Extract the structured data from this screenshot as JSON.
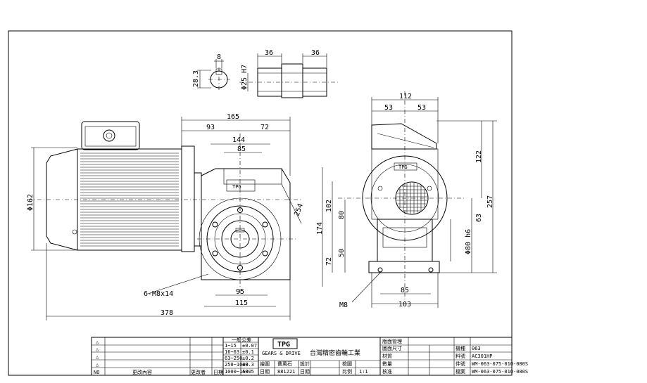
{
  "dims": {
    "d165": "165",
    "d93": "93",
    "d72a": "72",
    "d144": "144",
    "d85a": "85",
    "d95": "95",
    "d115": "115",
    "d378": "378",
    "d162": "Φ162",
    "d254": "254",
    "d174": "174",
    "d102": "102",
    "d72b": "72",
    "d112": "112",
    "d53a": "53",
    "d53b": "53",
    "d122": "122",
    "d257": "257",
    "d63": "63",
    "d80": "80",
    "d50": "50",
    "d80h6": "Φ80 h6",
    "d85b": "85",
    "d103": "103",
    "d8": "8",
    "d283": "28.3",
    "d25h7": "Φ25 H7",
    "d36a": "36",
    "d36b": "36"
  },
  "callouts": {
    "bolt_holes": "6-M8x14",
    "foot_bolt": "M8"
  },
  "nameplate": {
    "left": "TPG",
    "right": "TPG"
  },
  "titleblock": {
    "rev_marks": [
      "△",
      "△",
      "△",
      "△"
    ],
    "rev_col_no": "NO",
    "rev_col_content": "更改內容",
    "rev_col_by": "更改者",
    "rev_col_date": "日期",
    "tol_title": "一般公差",
    "tol_rows": [
      {
        "range": "1~15",
        "tol": "±0.07"
      },
      {
        "range": "16~63",
        "tol": "±0.1"
      },
      {
        "range": "63~250",
        "tol": "±0.2"
      },
      {
        "range": "250~1000",
        "tol": "±0.3"
      },
      {
        "range": "1000~1500",
        "tol": "±0.5"
      }
    ],
    "logo_text": "TPG",
    "company_sub": "GEARS & DRIVE",
    "company_name": "台灣精密齒輪工業",
    "lbl_draw": "繪圖",
    "val_draw": "曹萬石",
    "lbl_design": "設計",
    "lbl_check": "檢圖",
    "lbl_approve": "核准",
    "lbl_date": "日期",
    "val_date": "881221",
    "lbl_scale": "比例",
    "val_scale": "1:1",
    "lbl_mgmt": "版面管理",
    "lbl_unit": "圖面尺寸",
    "lbl_material": "材質",
    "lbl_qty": "數量",
    "lbl_model": "機種",
    "val_model": "063",
    "lbl_part": "料號",
    "val_part": "AC301HP",
    "lbl_partno": "件號",
    "val_partno": "WM-063-075-010-080S",
    "lbl_dwgno": "檔案",
    "val_dwgno": "WM-063-075-010-080S"
  }
}
